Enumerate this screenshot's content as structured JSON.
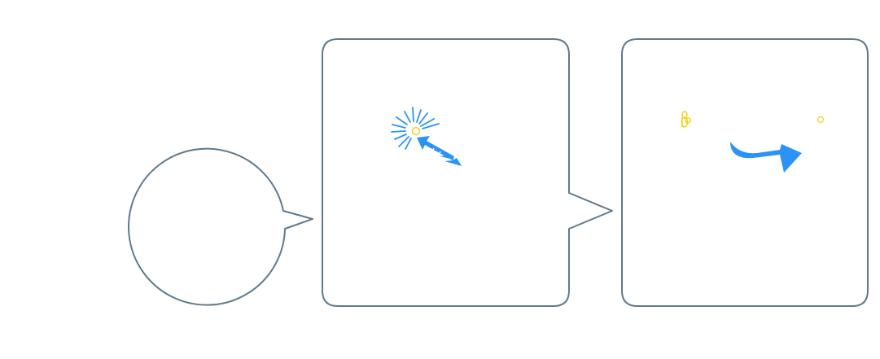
{
  "diagram": {
    "bubbles": [
      {
        "id": "circle-speech-bubble",
        "shape": "circle",
        "tail": "right",
        "content": "empty"
      },
      {
        "id": "middle-speech-bubble",
        "shape": "rounded-rect",
        "tail": "right",
        "content": "tap-swipe-gesture-icon"
      },
      {
        "id": "right-speech-bubble",
        "shape": "rounded-rect",
        "tail": "none",
        "content": "swipe-right-icon"
      }
    ],
    "icons": {
      "tap_swipe": "tap-swipe-gesture-icon",
      "finger": "finger-touch-icon",
      "swipe_right": "swipe-right-arrow-icon"
    },
    "colors": {
      "outline": "#5f7a8c",
      "accent_blue": "#2b93f5",
      "touch_yellow": "#f2d21b",
      "background": "#ffffff"
    }
  }
}
